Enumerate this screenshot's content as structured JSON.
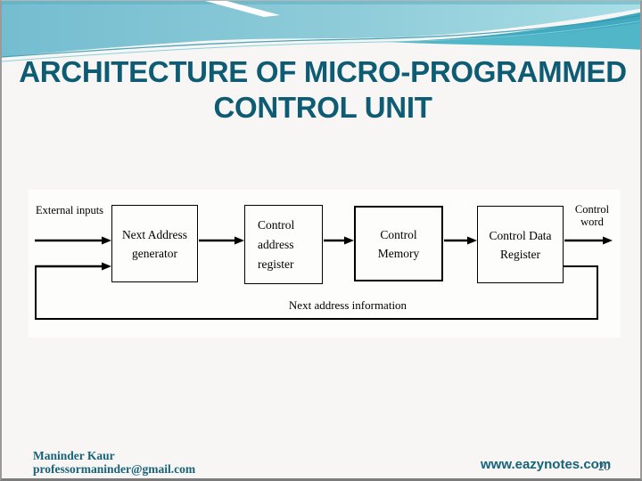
{
  "slide": {
    "title_line1": "ARCHITECTURE OF MICRO-PROGRAMMED",
    "title_line2": "CONTROL UNIT"
  },
  "diagram": {
    "boxes": [
      {
        "id": "next-address-generator",
        "lines": [
          "Next Address",
          "generator"
        ]
      },
      {
        "id": "control-address-register",
        "lines": [
          "Control",
          "address",
          "register"
        ]
      },
      {
        "id": "control-memory",
        "lines": [
          "Control",
          "Memory"
        ]
      },
      {
        "id": "control-data-register",
        "lines": [
          "Control Data",
          "Register"
        ]
      }
    ],
    "labels": {
      "external_inputs": "External inputs",
      "control_word_line1": "Control",
      "control_word_line2": "word",
      "next_address_information": "Next address information"
    }
  },
  "footer": {
    "author_name": "Maninder Kaur",
    "author_email": "professormaninder@gmail.com",
    "website": "www.eazynotes.com",
    "page_number": "20"
  },
  "colors": {
    "title_color": "#0e5c74",
    "footer_text_color": "#186378",
    "page_number_color": "#2f5d70",
    "diagram_ink": "#000000",
    "slide_bg": "#f7f6f4",
    "header_teal_left": "#74bdd0",
    "header_teal_right": "#a9dee6",
    "header_band": "#52b6c9",
    "wave_line": "#2f97ad"
  }
}
